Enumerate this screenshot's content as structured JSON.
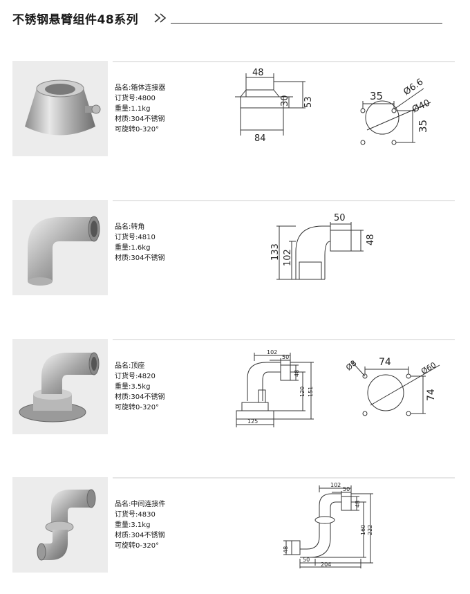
{
  "header": {
    "title": "不锈钢悬臂组件48系列"
  },
  "products": [
    {
      "name": "品名:箱体连接器",
      "order_no": "订货号:4800",
      "weight": "重量:1.1kg",
      "material": "材质:304不锈钢",
      "rotation": "可旋转0-320°",
      "dims_side": {
        "top": "48",
        "bottom": "84",
        "h1": "30",
        "h2": "53"
      },
      "dims_hole": {
        "dist_x": "35",
        "dist_y": "35",
        "hole": "Ø6.6",
        "circle": "Ø40"
      }
    },
    {
      "name": "品名:转角",
      "order_no": "订货号:4810",
      "weight": "重量:1.6kg",
      "material": "材质:304不锈钢",
      "dims_side": {
        "width": "50",
        "height": "48",
        "h_outer": "133",
        "h_inner": "102"
      }
    },
    {
      "name": "品名:顶座",
      "order_no": "订货号:4820",
      "weight": "重量:3.5kg",
      "material": "材质:304不锈钢",
      "rotation": "可旋转0-320°",
      "dims_side": {
        "top": "102",
        "arm": "50",
        "tube": "48",
        "h1": "120",
        "h2": "151",
        "base": "125"
      },
      "dims_hole": {
        "hole": "Ø8",
        "dist_x": "74",
        "dist_y": "74",
        "circle": "Ø60"
      }
    },
    {
      "name": "品名:中间连接件",
      "order_no": "订货号:4830",
      "weight": "重量:3.1kg",
      "material": "材质:304不锈钢",
      "rotation": "可旋转0-320°",
      "dims_side": {
        "top": "102",
        "arm": "50",
        "tube": "48",
        "h1": "160",
        "h2": "222",
        "left_tube": "48",
        "bottom_arm": "50",
        "width": "204"
      }
    }
  ]
}
